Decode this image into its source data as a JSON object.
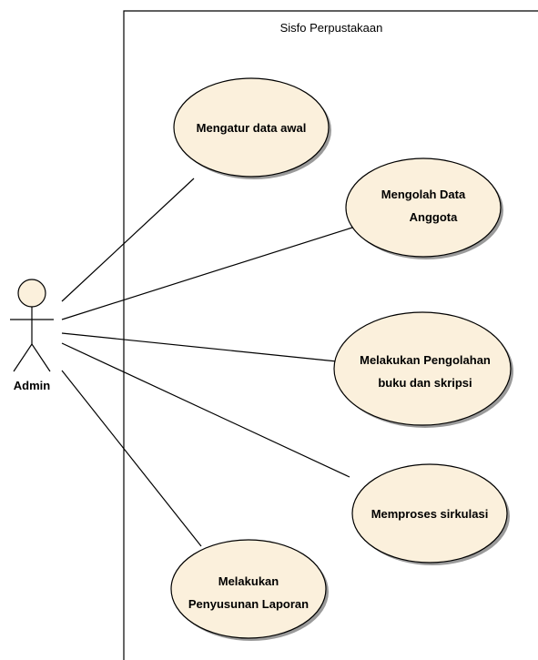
{
  "system": {
    "title": "Sisfo Perpustakaan"
  },
  "actor": {
    "name": "Admin"
  },
  "use_cases": [
    {
      "lines": [
        "Mengatur data awal"
      ]
    },
    {
      "lines": [
        "Mengolah Data",
        "Anggota"
      ]
    },
    {
      "lines": [
        "Melakukan Pengolahan",
        "buku dan skripsi"
      ]
    },
    {
      "lines": [
        "Memproses sirkulasi"
      ]
    },
    {
      "lines": [
        "Melakukan",
        "Penyusunan Laporan"
      ]
    }
  ],
  "colors": {
    "use_case_fill": "#fbf0dc",
    "stroke": "#000000",
    "shadow": "#9a9a9a"
  }
}
